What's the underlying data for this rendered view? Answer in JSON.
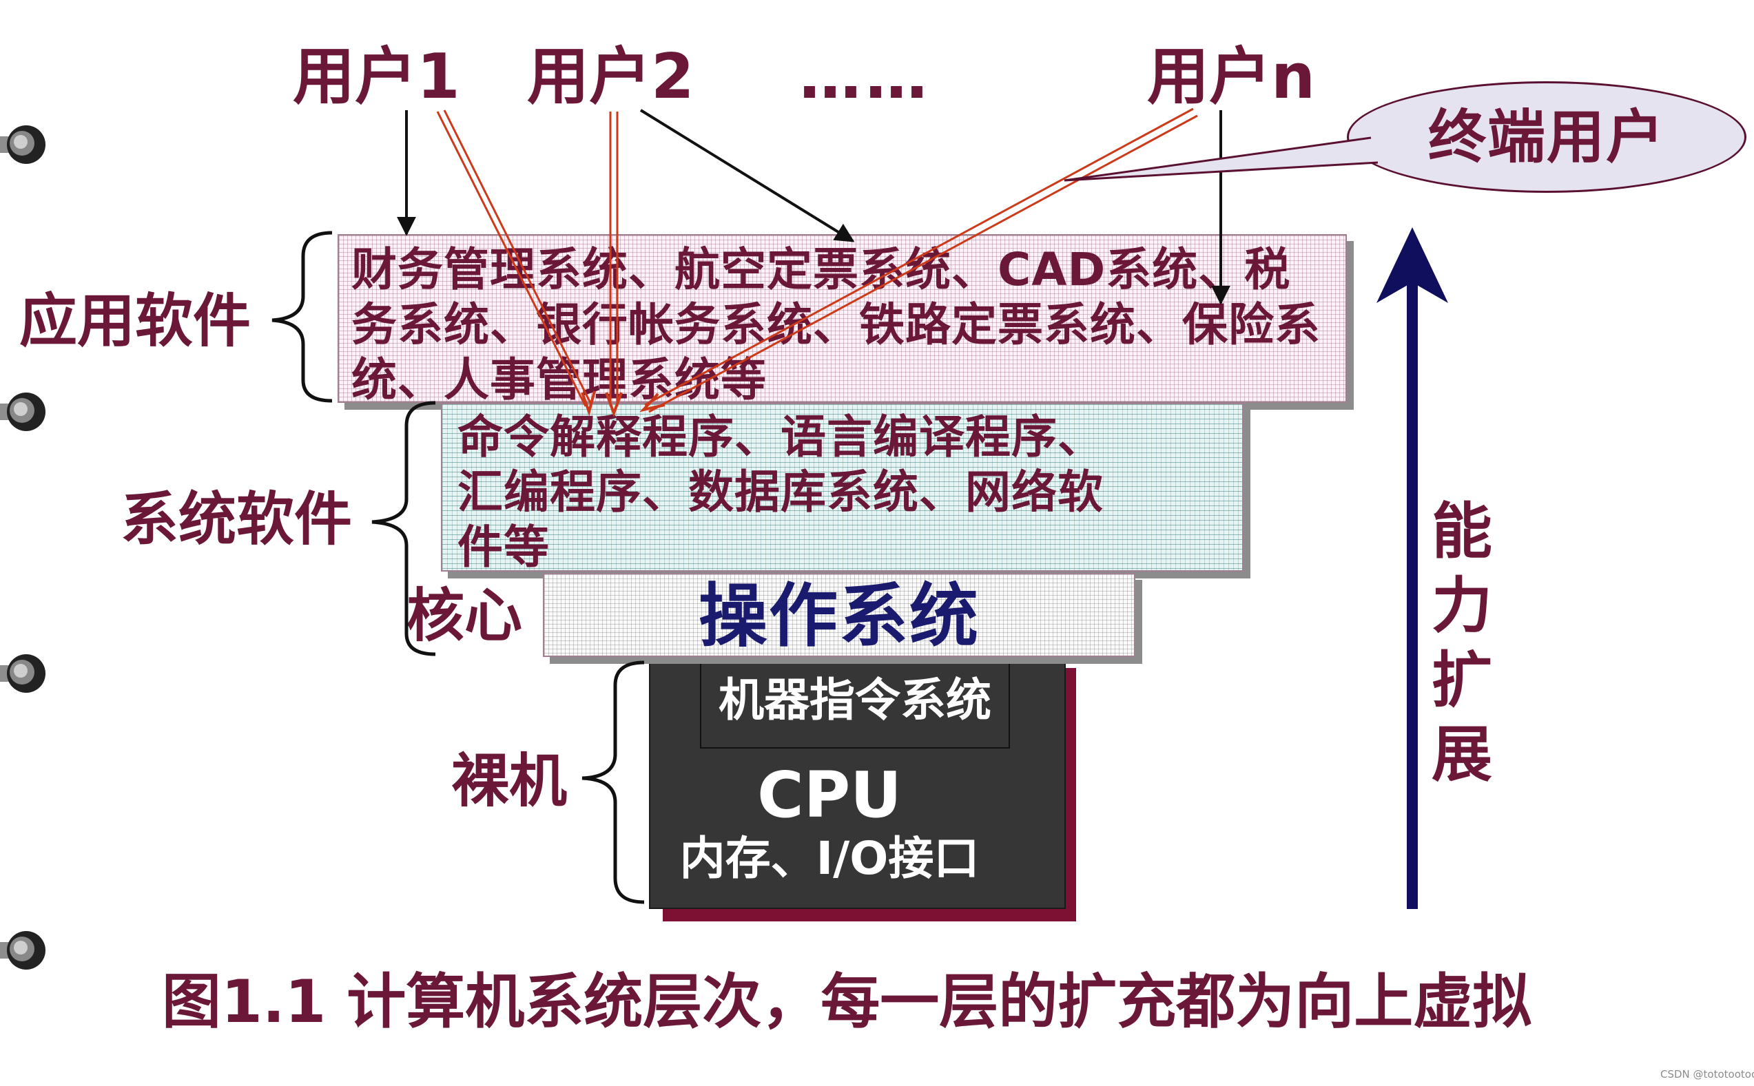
{
  "users": [
    "用户1",
    "用户2",
    "……",
    "用户n"
  ],
  "bubble_label": "终端用户",
  "layers": {
    "application": {
      "label": "应用软件",
      "lines": [
        "财务管理系统、航空定票系统、CAD系统、税",
        "务系统、银行帐务系统、铁路定票系统、保险系",
        "统、人事管理系统等"
      ]
    },
    "system": {
      "label": "系统软件",
      "lines": [
        "命令解释程序、语言编译程序、",
        "汇编程序、数据库系统、网络软",
        "件等"
      ]
    },
    "kernel": {
      "label": "核心",
      "os_title": "操作系统"
    },
    "bare_machine": {
      "label": "裸机",
      "instruction_set": "机器指令系统",
      "cpu": "CPU",
      "memory_io": "内存、I/O接口"
    }
  },
  "ability_chars": [
    "能",
    "力",
    "扩",
    "展"
  ],
  "caption": "图1.1 计算机系统层次，每一层的扩充都为向上虚拟",
  "watermark": "CSDN @tototootoo",
  "colors": {
    "text": "#6b1838",
    "os_title": "#1a1a6e",
    "arrow": "#0f0f5e",
    "red_lines": "#cc3a1a",
    "hardware_bg": "#363636",
    "hardware_shadow": "#7d1133",
    "bubble_fill": "#e6e3f1"
  },
  "icons": [
    "spiral-ring-icon"
  ]
}
